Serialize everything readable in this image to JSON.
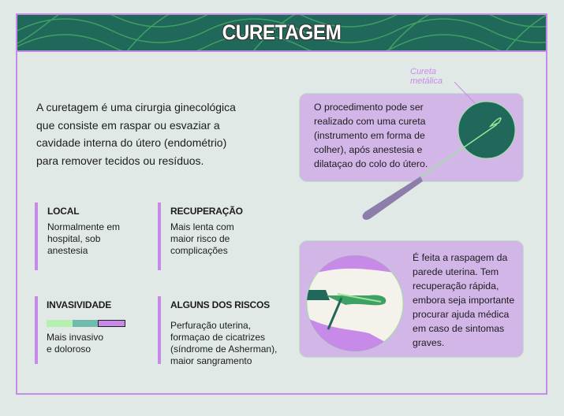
{
  "title": "CURETAGEM",
  "intro": "A curetagem é uma cirurgia ginecológica que consiste em raspar ou esvaziar a cavidade interna do útero (endométrio) para remover tecidos ou resíduos.",
  "blocks": {
    "local": {
      "heading": "LOCAL",
      "text": "Normalmente em hospital, sob anestesia"
    },
    "recuperacao": {
      "heading": "RECUPERAÇÃO",
      "text": "Mais lenta com maior risco de complicações"
    },
    "invasividade": {
      "heading": "INVASIVIDADE",
      "text": "Mais invasivo e doloroso",
      "level": 3,
      "max_level": 3
    },
    "riscos": {
      "heading": "ALGUNS DOS RISCOS",
      "text": "Perfuração uterina, formaçao de cicatrizes (síndrome de Asherman), maior sangramento"
    }
  },
  "card_top": {
    "text": "O procedimento pode ser realizado com uma cureta (instrumento em forma de colher), após anestesia e dilataçao do colo do útero."
  },
  "callout": {
    "line1": "Cureta",
    "line2": "metálica"
  },
  "card_bottom": {
    "text": "É feita a raspagem da parede uterina. Tem recuperação rápida, embora seja importante procurar ajuda médica em caso de sintomas graves."
  },
  "colors": {
    "background": "#e1e9e7",
    "header": "#20685a",
    "accent": "#c88ae8",
    "card": "#d3b6e8",
    "meter_low": "#b5f0b0",
    "meter_mid": "#6fbcae",
    "meter_high": "#c88ae8"
  }
}
